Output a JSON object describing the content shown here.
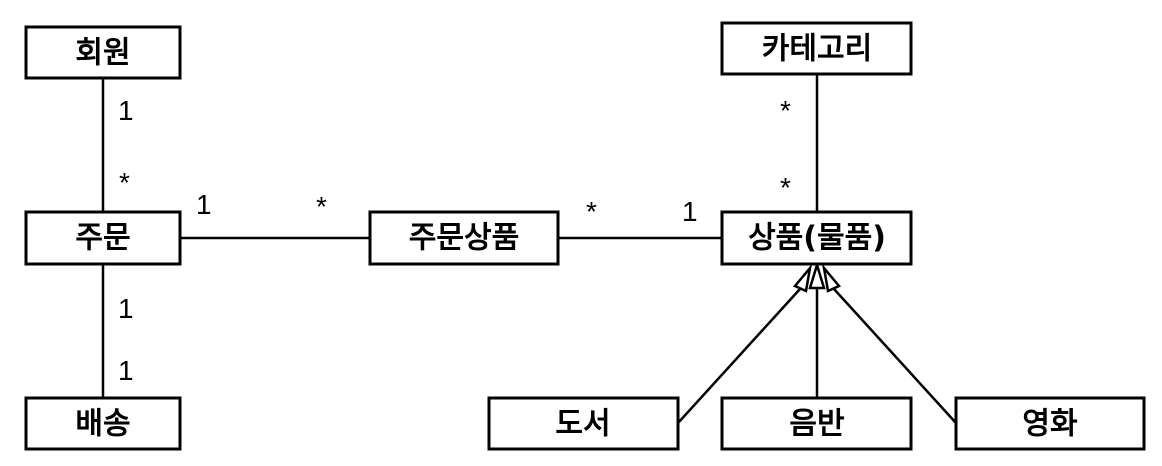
{
  "entities": {
    "member": "회원",
    "order": "주문",
    "delivery": "배송",
    "order_item": "주문상품",
    "category": "카테고리",
    "item": "상품(물품)",
    "book": "도서",
    "album": "음반",
    "movie": "영화"
  },
  "multiplicities": {
    "member_order_member_side": "1",
    "member_order_order_side": "*",
    "order_orderitem_order_side": "1",
    "order_orderitem_orderitem_side": "*",
    "orderitem_item_orderitem_side": "*",
    "orderitem_item_item_side": "1",
    "category_item_category_side": "*",
    "category_item_item_side": "*",
    "order_delivery_order_side": "1",
    "order_delivery_delivery_side": "1"
  }
}
